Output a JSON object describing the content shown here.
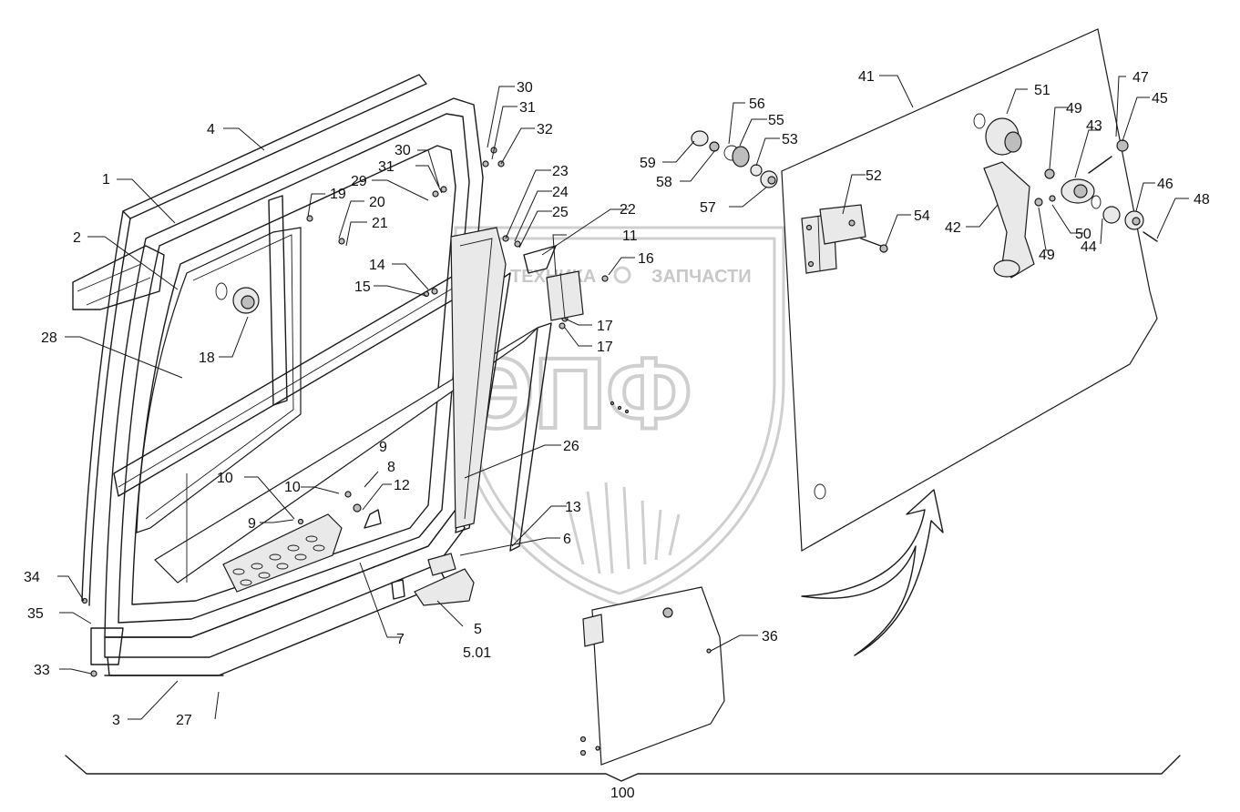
{
  "watermark": {
    "line1": "ТЕХНИКА",
    "line2": "ЗАПЧАСТИ",
    "logo": "ЭПФ"
  },
  "labels": [
    {
      "id": "1",
      "text": "1"
    },
    {
      "id": "2",
      "text": "2"
    },
    {
      "id": "3",
      "text": "3"
    },
    {
      "id": "4",
      "text": "4"
    },
    {
      "id": "5",
      "text": "5"
    },
    {
      "id": "5_01",
      "text": "5.01"
    },
    {
      "id": "6",
      "text": "6"
    },
    {
      "id": "7",
      "text": "7"
    },
    {
      "id": "8",
      "text": "8"
    },
    {
      "id": "9a",
      "text": "9"
    },
    {
      "id": "9b",
      "text": "9"
    },
    {
      "id": "10a",
      "text": "10"
    },
    {
      "id": "10b",
      "text": "10"
    },
    {
      "id": "11",
      "text": "11"
    },
    {
      "id": "12",
      "text": "12"
    },
    {
      "id": "13",
      "text": "13"
    },
    {
      "id": "14",
      "text": "14"
    },
    {
      "id": "15",
      "text": "15"
    },
    {
      "id": "16",
      "text": "16"
    },
    {
      "id": "17a",
      "text": "17"
    },
    {
      "id": "17b",
      "text": "17"
    },
    {
      "id": "18",
      "text": "18"
    },
    {
      "id": "19",
      "text": "19"
    },
    {
      "id": "20",
      "text": "20"
    },
    {
      "id": "21",
      "text": "21"
    },
    {
      "id": "22",
      "text": "22"
    },
    {
      "id": "23",
      "text": "23"
    },
    {
      "id": "24",
      "text": "24"
    },
    {
      "id": "25",
      "text": "25"
    },
    {
      "id": "26",
      "text": "26"
    },
    {
      "id": "27",
      "text": "27"
    },
    {
      "id": "28",
      "text": "28"
    },
    {
      "id": "29",
      "text": "29"
    },
    {
      "id": "30a",
      "text": "30"
    },
    {
      "id": "30b",
      "text": "30"
    },
    {
      "id": "31a",
      "text": "31"
    },
    {
      "id": "31b",
      "text": "31"
    },
    {
      "id": "32",
      "text": "32"
    },
    {
      "id": "33",
      "text": "33"
    },
    {
      "id": "34",
      "text": "34"
    },
    {
      "id": "35",
      "text": "35"
    },
    {
      "id": "36",
      "text": "36"
    },
    {
      "id": "41",
      "text": "41"
    },
    {
      "id": "42",
      "text": "42"
    },
    {
      "id": "43",
      "text": "43"
    },
    {
      "id": "44",
      "text": "44"
    },
    {
      "id": "45",
      "text": "45"
    },
    {
      "id": "46",
      "text": "46"
    },
    {
      "id": "47",
      "text": "47"
    },
    {
      "id": "48",
      "text": "48"
    },
    {
      "id": "49a",
      "text": "49"
    },
    {
      "id": "49b",
      "text": "49"
    },
    {
      "id": "50",
      "text": "50"
    },
    {
      "id": "51",
      "text": "51"
    },
    {
      "id": "52",
      "text": "52"
    },
    {
      "id": "53",
      "text": "53"
    },
    {
      "id": "54",
      "text": "54"
    },
    {
      "id": "55",
      "text": "55"
    },
    {
      "id": "56",
      "text": "56"
    },
    {
      "id": "57",
      "text": "57"
    },
    {
      "id": "58",
      "text": "58"
    },
    {
      "id": "59",
      "text": "59"
    },
    {
      "id": "100",
      "text": "100"
    }
  ]
}
